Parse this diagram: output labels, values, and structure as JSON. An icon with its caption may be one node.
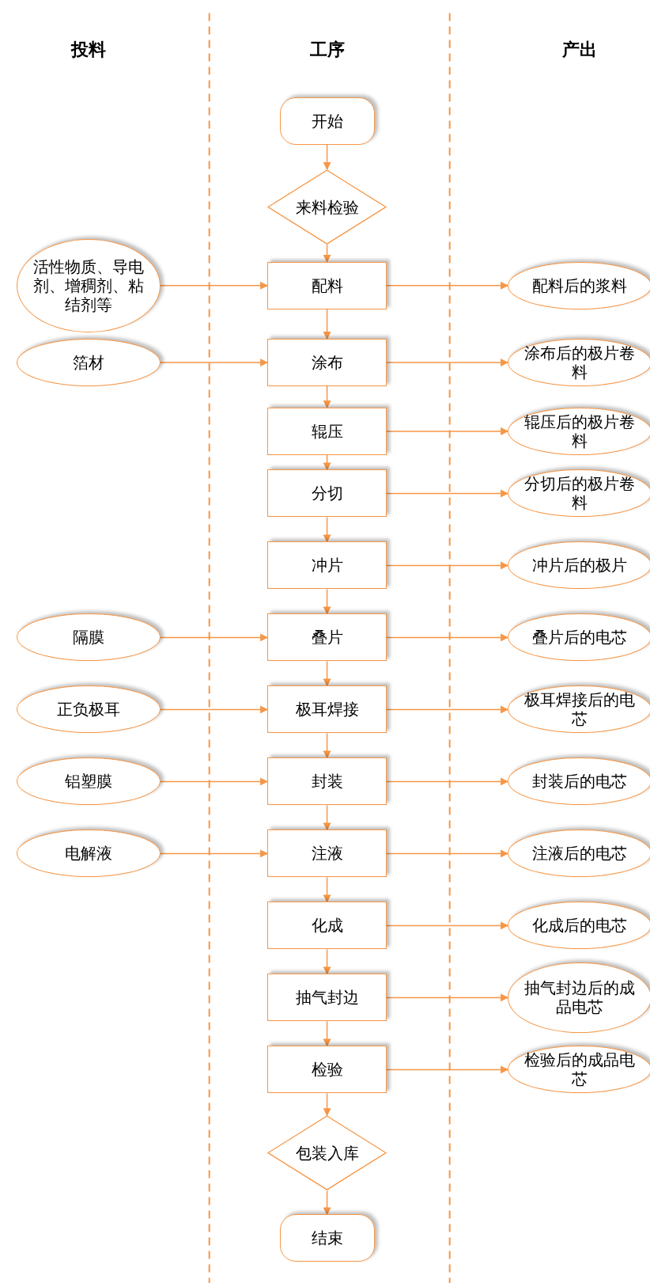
{
  "diagram": {
    "nodes": [
      {
        "text": [
          "开始"
        ]
      },
      {
        "text": [
          "来料检验"
        ]
      },
      {
        "text": [
          "活性物质、导电剂、增稠剂、粘结剂等"
        ]
      },
      {
        "text": [
          "配料"
        ]
      },
      {
        "text": [
          "配料后的浆料"
        ]
      },
      {
        "text": [
          "箔材"
        ]
      },
      {
        "text": [
          "涂布"
        ]
      },
      {
        "text": [
          "涂布后的极片卷料"
        ]
      },
      {
        "text": [
          "辊压"
        ]
      },
      {
        "text": [
          "辊压后的极片卷料"
        ]
      },
      {
        "text": [
          "分切"
        ]
      },
      {
        "text": [
          "分切后的极片卷料"
        ]
      },
      {
        "text": [
          "冲片"
        ]
      },
      {
        "text": [
          "冲片后的极片"
        ]
      },
      {
        "text": [
          "隔膜"
        ]
      },
      {
        "text": [
          "叠片"
        ]
      },
      {
        "text": [
          "叠片后的电芯"
        ]
      },
      {
        "text": [
          "正负极耳"
        ]
      },
      {
        "text": [
          "极耳焊接"
        ]
      },
      {
        "text": [
          "极耳焊接后的电芯"
        ]
      },
      {
        "text": [
          "铝塑膜"
        ]
      },
      {
        "text": [
          "封装"
        ]
      },
      {
        "text": [
          "封装后的电芯"
        ]
      },
      {
        "text": [
          "电解液"
        ]
      },
      {
        "text": [
          "注液"
        ]
      },
      {
        "text": [
          "注液后的电芯"
        ]
      },
      {
        "text": [
          "化成"
        ]
      },
      {
        "text": [
          "化成后的电芯"
        ]
      },
      {
        "text": [
          "抽气封边"
        ]
      },
      {
        "text": [
          "抽气封边后的成品电芯"
        ]
      },
      {
        "text": [
          "检验"
        ]
      },
      {
        "text": [
          "检验后的成品电芯"
        ]
      },
      {
        "text": [
          "包装入库"
        ]
      },
      {
        "text": [
          "结束"
        ]
      }
    ],
    "edges": [
      {
        "from": 0,
        "to": 1,
        "arrow": "to"
      },
      {
        "from": 1,
        "to": 3,
        "arrow": "to"
      },
      {
        "from": 2,
        "to": 3,
        "arrow": "to"
      },
      {
        "from": 3,
        "to": 4,
        "arrow": "to"
      },
      {
        "from": 3,
        "to": 6,
        "arrow": "to"
      },
      {
        "from": 5,
        "to": 6,
        "arrow": "to"
      },
      {
        "from": 6,
        "to": 7,
        "arrow": "to"
      },
      {
        "from": 6,
        "to": 8,
        "arrow": "to"
      },
      {
        "from": 8,
        "to": 9,
        "arrow": "to"
      },
      {
        "from": 8,
        "to": 10,
        "arrow": "to"
      },
      {
        "from": 10,
        "to": 11,
        "arrow": "to"
      },
      {
        "from": 10,
        "to": 12,
        "arrow": "to"
      },
      {
        "from": 12,
        "to": 13,
        "arrow": "to"
      },
      {
        "from": 12,
        "to": 15,
        "arrow": "to"
      },
      {
        "from": 14,
        "to": 15,
        "arrow": "to"
      },
      {
        "from": 15,
        "to": 16,
        "arrow": "to"
      },
      {
        "from": 15,
        "to": 18,
        "arrow": "to"
      },
      {
        "from": 17,
        "to": 18,
        "arrow": "to"
      },
      {
        "from": 18,
        "to": 19,
        "arrow": "to"
      },
      {
        "from": 18,
        "to": 21,
        "arrow": "to"
      },
      {
        "from": 20,
        "to": 21,
        "arrow": "to"
      },
      {
        "from": 21,
        "to": 22,
        "arrow": "to"
      },
      {
        "from": 21,
        "to": 24,
        "arrow": "to"
      },
      {
        "from": 23,
        "to": 24,
        "arrow": "to"
      },
      {
        "from": 24,
        "to": 25,
        "arrow": "to"
      },
      {
        "from": 24,
        "to": 26,
        "arrow": "to"
      },
      {
        "from": 26,
        "to": 27,
        "arrow": "to"
      },
      {
        "from": 26,
        "to": 28,
        "arrow": "to"
      },
      {
        "from": 28,
        "to": 29,
        "arrow": "to"
      },
      {
        "from": 28,
        "to": 30,
        "arrow": "to"
      },
      {
        "from": 30,
        "to": 31,
        "arrow": "to"
      },
      {
        "from": 30,
        "to": 32,
        "arrow": "to"
      },
      {
        "from": 32,
        "to": 33,
        "arrow": "to"
      }
    ],
    "labels": [
      "投料",
      "工序",
      "产出"
    ]
  }
}
